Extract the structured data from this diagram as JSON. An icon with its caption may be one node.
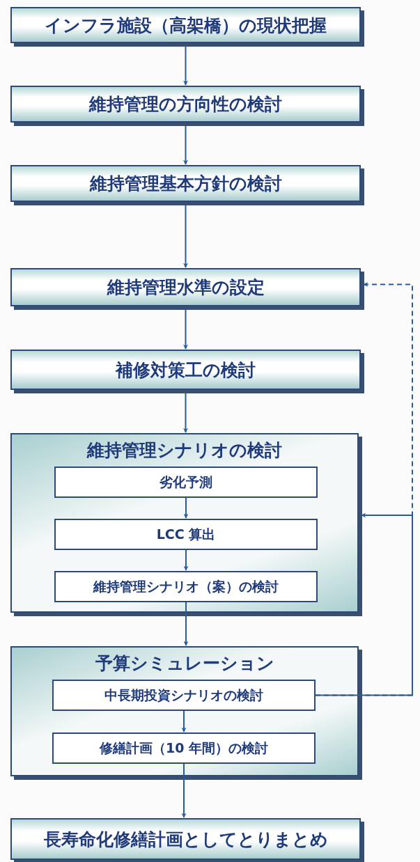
{
  "diagram": {
    "nodes": [
      {
        "text": [
          "インフラ施設（高架橋）の現状把握"
        ]
      },
      {
        "text": [
          "維持管理の方向性の検討"
        ]
      },
      {
        "text": [
          "維持管理基本方針の検討"
        ]
      },
      {
        "text": [
          "維持管理水準の設定"
        ]
      },
      {
        "text": [
          "補修対策工の検討"
        ]
      },
      {
        "text": [
          "維持管理シナリオの検討"
        ]
      },
      {
        "text": [
          "劣化予測"
        ],
        "in": 5
      },
      {
        "text": [
          "LCC 算出"
        ],
        "in": 5
      },
      {
        "text": [
          "維持管理シナリオ（案）の検討"
        ],
        "in": 5
      },
      {
        "text": [
          "予算シミュレーション"
        ]
      },
      {
        "text": [
          "中長期投資シナリオの検討"
        ],
        "in": 9
      },
      {
        "text": [
          "修繕計画（10 年間）の検討"
        ],
        "in": 9
      },
      {
        "text": [
          "長寿命化修繕計画としてとりまとめ"
        ]
      }
    ],
    "edges": [
      {
        "from": 0,
        "to": 1,
        "arrow": "to"
      },
      {
        "from": 1,
        "to": 2,
        "arrow": "to"
      },
      {
        "from": 2,
        "to": 3,
        "arrow": "to"
      },
      {
        "from": 3,
        "to": 4,
        "arrow": "to"
      },
      {
        "from": 4,
        "to": 5,
        "arrow": "to"
      },
      {
        "from": 6,
        "to": 7,
        "arrow": "to"
      },
      {
        "from": 7,
        "to": 8,
        "arrow": "to"
      },
      {
        "from": 8,
        "to": 9,
        "arrow": "to"
      },
      {
        "from": 10,
        "to": 11,
        "arrow": "to"
      },
      {
        "from": 11,
        "to": 12,
        "arrow": "to"
      },
      {
        "from": 10,
        "to": 5,
        "arrow": "to"
      },
      {
        "from": 10,
        "to": 3,
        "arrow": "to",
        "style": "dashed"
      }
    ]
  }
}
